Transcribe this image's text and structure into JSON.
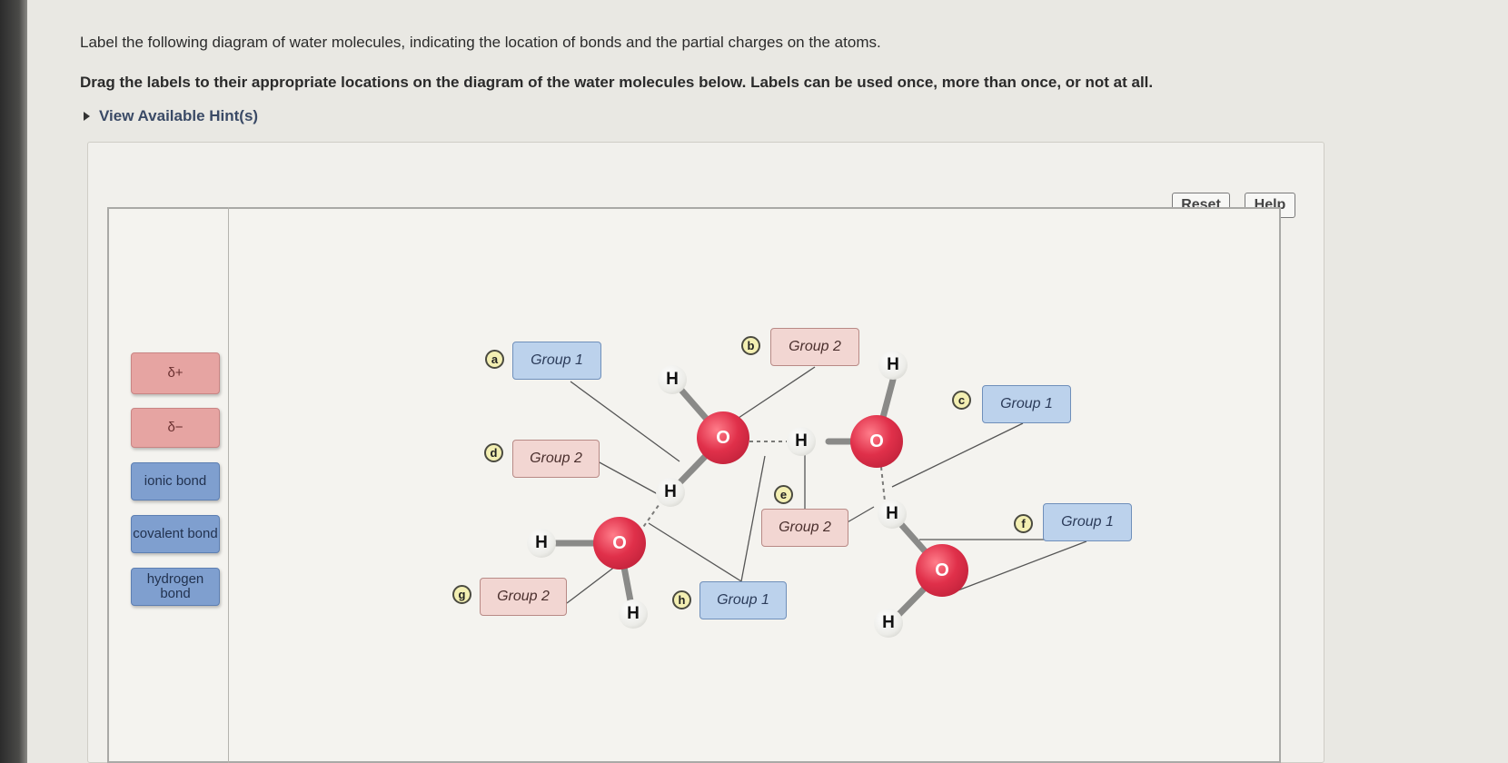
{
  "instructions": {
    "line1": "Label the following diagram of water molecules, indicating the location of bonds and the partial charges on the atoms.",
    "line2": "Drag the labels to their appropriate locations on the diagram of the water molecules below. Labels can be used once, more than once, or not at all.",
    "hint_link": "View Available Hint(s)"
  },
  "toolbar": {
    "reset_label": "Reset",
    "help_label": "Help"
  },
  "labels_palette": [
    {
      "text": "δ+",
      "color": "pink"
    },
    {
      "text": "δ−",
      "color": "pink"
    },
    {
      "text": "ionic bond",
      "color": "blue"
    },
    {
      "text": "covalent bond",
      "color": "blue"
    },
    {
      "text": "hydrogen bond",
      "color": "blue"
    }
  ],
  "atoms": {
    "oxygen": "O",
    "hydrogen": "H"
  },
  "targets": [
    {
      "marker": "a",
      "group": "Group 1"
    },
    {
      "marker": "b",
      "group": "Group 2"
    },
    {
      "marker": "c",
      "group": "Group 1"
    },
    {
      "marker": "d",
      "group": "Group 2"
    },
    {
      "marker": "e",
      "group": "Group 2"
    },
    {
      "marker": "f",
      "group": "Group 1"
    },
    {
      "marker": "g",
      "group": "Group 2"
    },
    {
      "marker": "h",
      "group": "Group 1"
    }
  ],
  "colors": {
    "oxygen": "#e0304a",
    "pink_label": "#e6a4a2",
    "blue_label": "#7f9fcf",
    "group1_target": "#bcd2ec",
    "group2_target": "#f2d6d2"
  }
}
